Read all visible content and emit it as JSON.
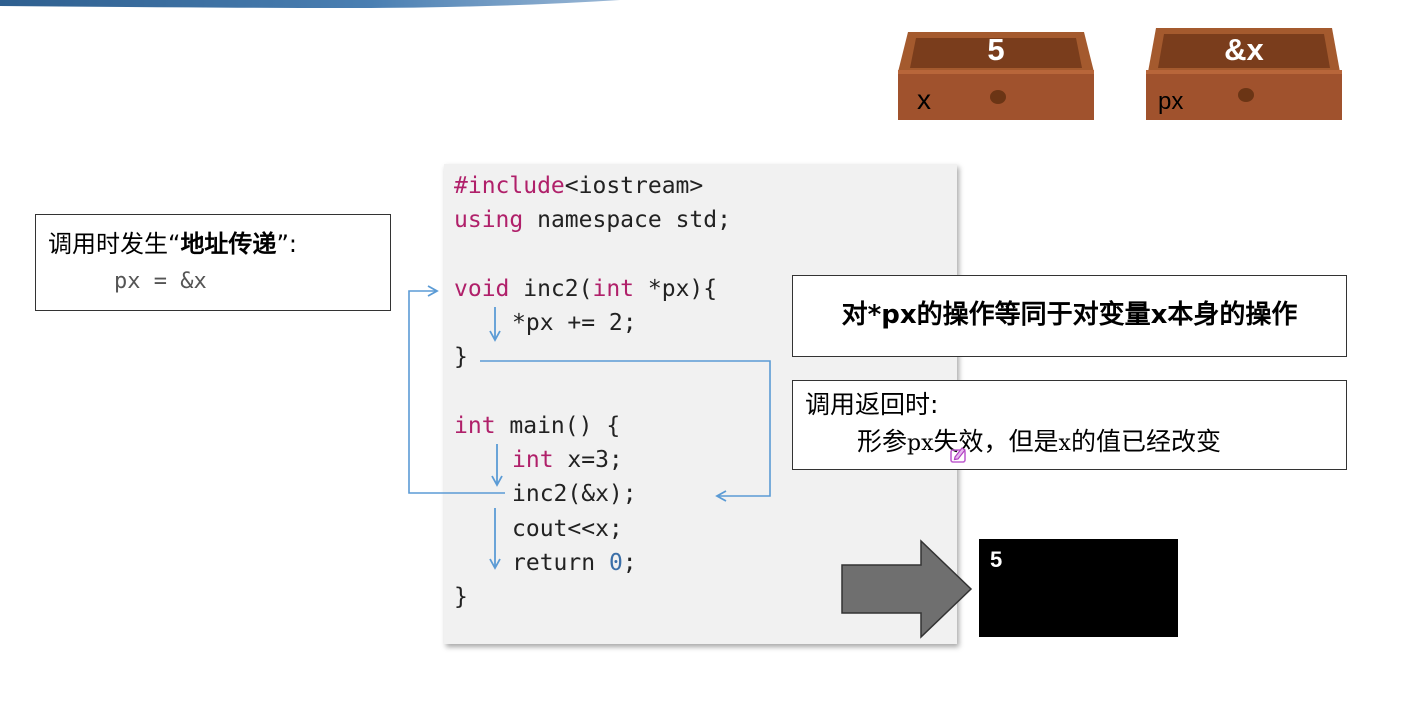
{
  "drawers": [
    {
      "value": "5",
      "name": "x"
    },
    {
      "value": "&x",
      "name": "px"
    }
  ],
  "info_box": {
    "prefix": "调用时发生“",
    "bold": "地址传递",
    "suffix": "”:",
    "code": "px = &x"
  },
  "code": {
    "l1_kw": "#include",
    "l1_rest": "<iostream>",
    "l2_kw": "using",
    "l2_rest": " namespace std;",
    "l3_kw": "void",
    "l3_mid": " inc2(",
    "l3_kw2": "int",
    "l3_rest": " *px){",
    "l4": "*px += 2;",
    "l5": "}",
    "l6_kw": "int",
    "l6_rest": " main() {",
    "l7_kw": "int",
    "l7_rest": " x=3;",
    "l8": "inc2(&x);",
    "l9": "cout<<x;",
    "l10_a": "return ",
    "l10_num": "0",
    "l10_b": ";",
    "l11": "}"
  },
  "note1": "对*px的操作等同于对变量x本身的操作",
  "note2": {
    "line1": "调用返回时:",
    "line2_a": "形参",
    "line2_code": "px",
    "line2_b": "失效，但是",
    "line2_code2": "x",
    "line2_c": "的值已经改变"
  },
  "console_output": "5",
  "colors": {
    "drawer": "#a0522d",
    "arrow": "#5b9bd5",
    "keyword": "#b0206a",
    "big_arrow": "#6f6f6f"
  },
  "icons": [
    "edit-icon"
  ]
}
